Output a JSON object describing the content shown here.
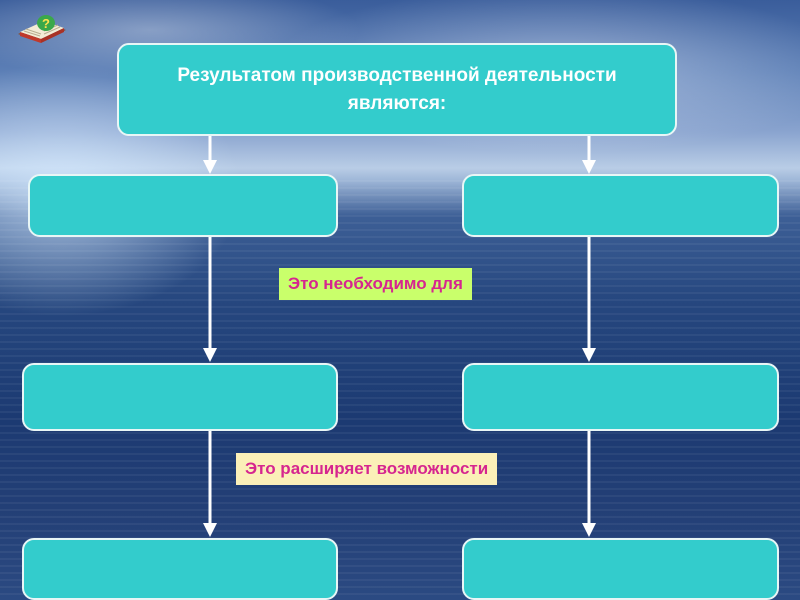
{
  "diagram": {
    "top_box_text": "Результатом производственной деятельности являются:",
    "label_1": "Это необходимо для",
    "label_2": "Это расширяет возможности",
    "empty_boxes": [
      "",
      "",
      "",
      "",
      "",
      ""
    ]
  },
  "colors": {
    "box_fill": "#33cccc",
    "label_1_bg": "#c9ff6b",
    "label_2_bg": "#fbf0b8",
    "label_text": "#d6268f"
  },
  "icons": [
    "book-question-icon"
  ]
}
